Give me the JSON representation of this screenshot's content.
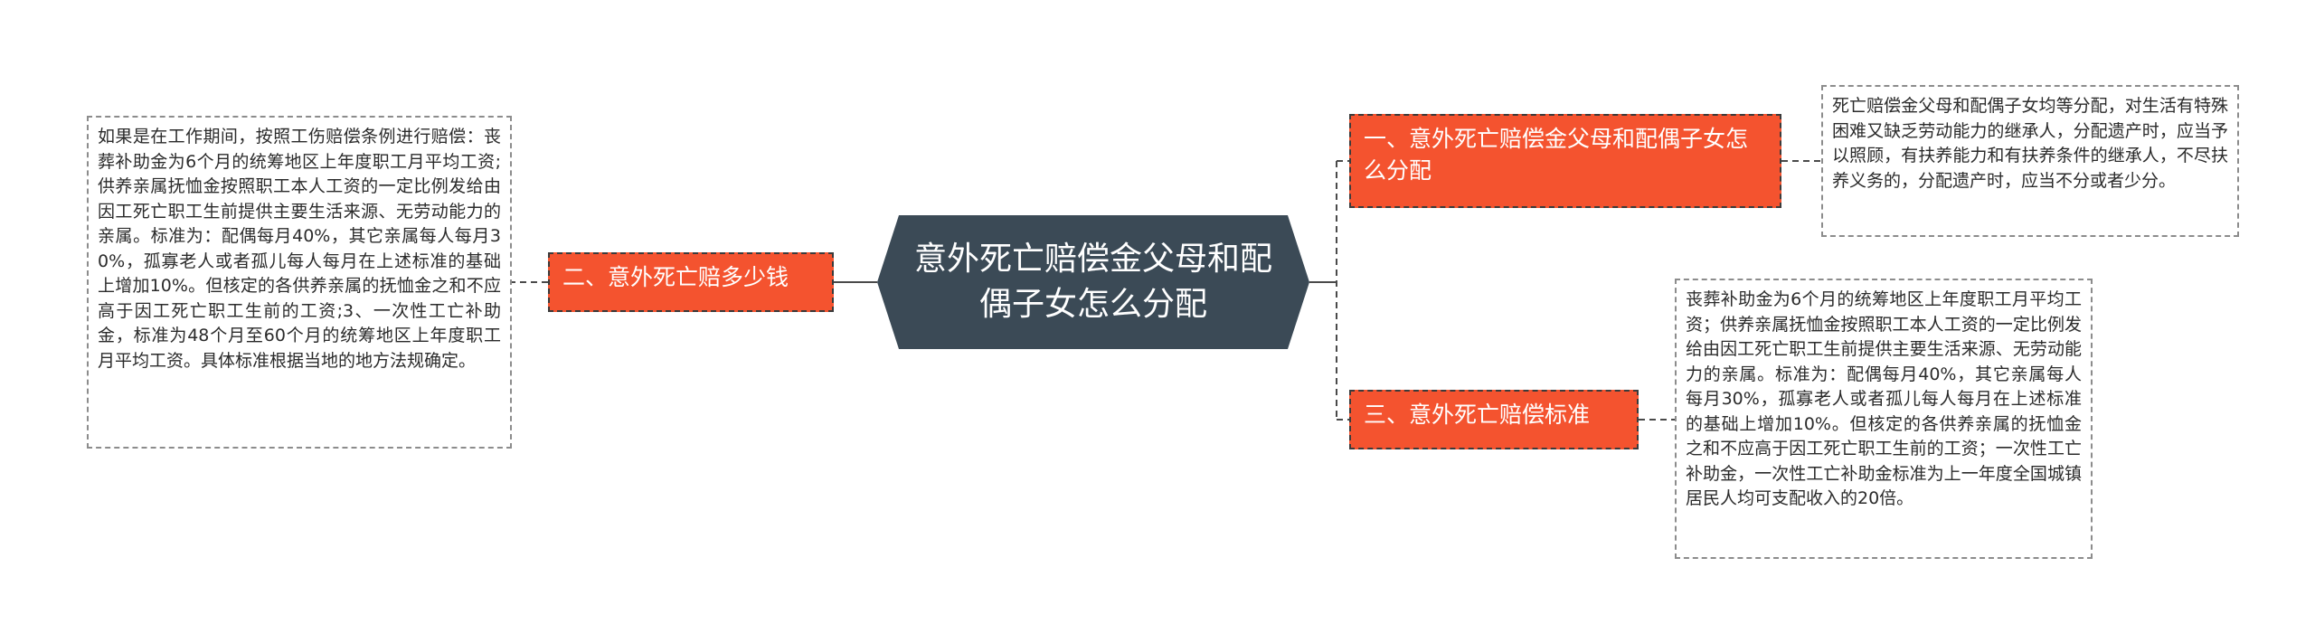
{
  "central": {
    "title": "意外死亡赔偿金父母和配偶子女怎么分配"
  },
  "branches": [
    {
      "label": "一、意外死亡赔偿金父母和配偶子女怎么分配",
      "detail": "死亡赔偿金父母和配偶子女均等分配，对生活有特殊困难又缺乏劳动能力的继承人，分配遗产时，应当予以照顾，有扶养能力和有扶养条件的继承人，不尽扶养义务的，分配遗产时，应当不分或者少分。"
    },
    {
      "label": "二、意外死亡赔多少钱",
      "detail": "如果是在工作期间，按照工伤赔偿条例进行赔偿：丧葬补助金为6个月的统筹地区上年度职工月平均工资;供养亲属抚恤金按照职工本人工资的一定比例发给由因工死亡职工生前提供主要生活来源、无劳动能力的亲属。标准为：配偶每月40%，其它亲属每人每月30%，孤寡老人或者孤儿每人每月在上述标准的基础上增加10%。但核定的各供养亲属的抚恤金之和不应高于因工死亡职工生前的工资;3、一次性工亡补助金，标准为48个月至60个月的统筹地区上年度职工月平均工资。具体标准根据当地的地方法规确定。"
    },
    {
      "label": "三、意外死亡赔偿标准",
      "detail": "丧葬补助金为6个月的统筹地区上年度职工月平均工资；供养亲属抚恤金按照职工本人工资的一定比例发给由因工死亡职工生前提供主要生活来源、无劳动能力的亲属。标准为：配偶每月40%，其它亲属每人每月30%，孤寡老人或者孤儿每人每月在上述标准的基础上增加10%。但核定的各供养亲属的抚恤金之和不应高于因工死亡职工生前的工资；一次性工亡补助金，一次性工亡补助金标准为上一年度全国城镇居民人均可支配收入的20倍。"
    }
  ],
  "colors": {
    "central_fill": "#3b4a56",
    "branch_fill": "#f4532f",
    "connector": "#4a4a4a"
  }
}
